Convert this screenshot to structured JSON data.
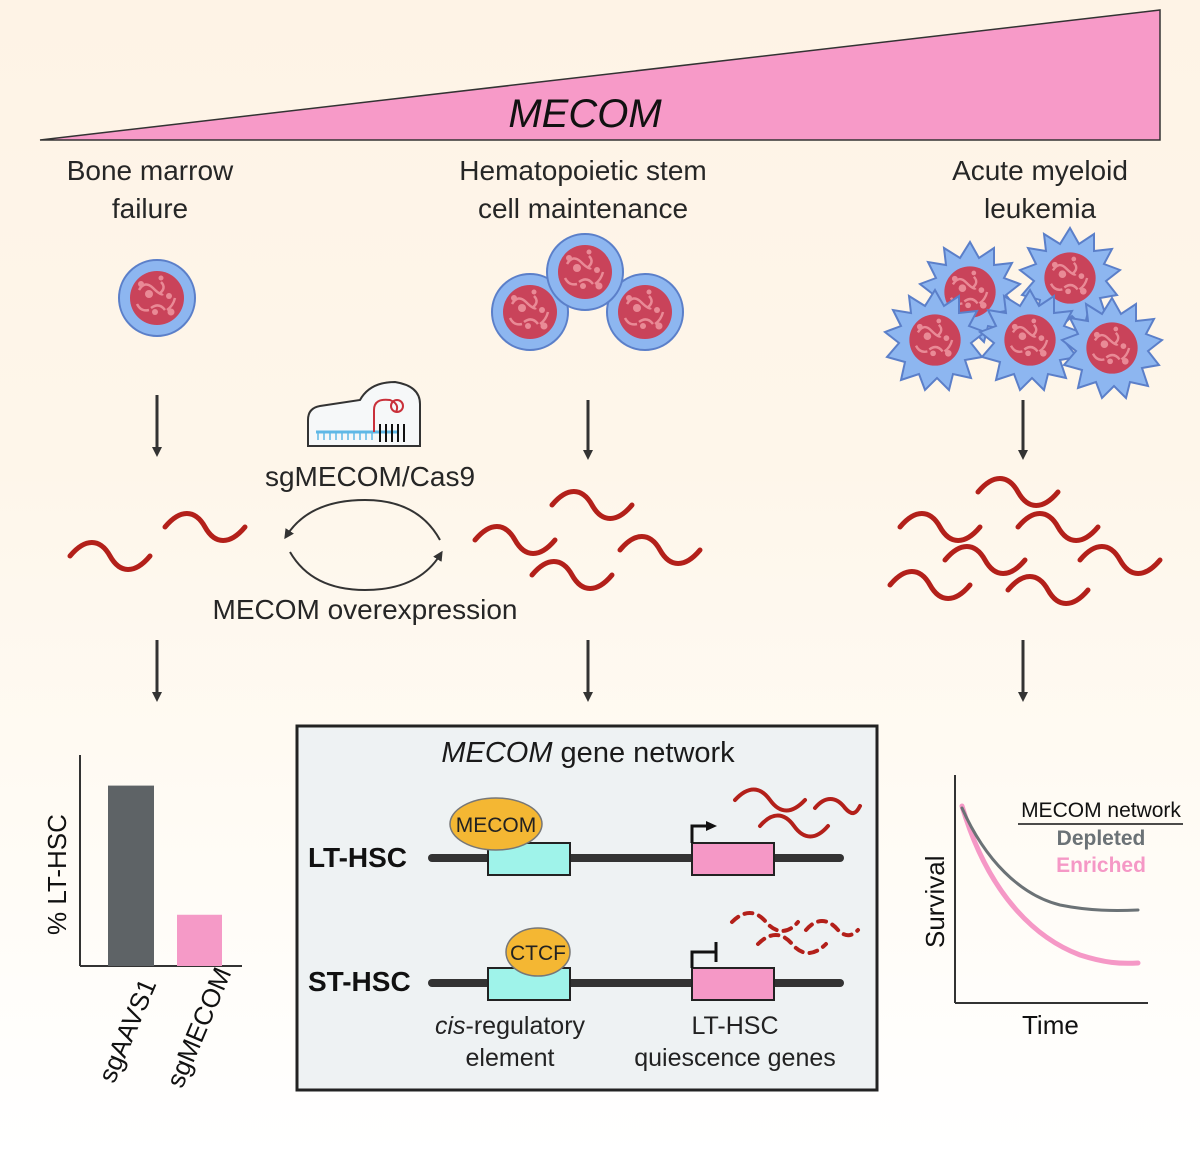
{
  "top_label": "MECOM",
  "columns": {
    "left": {
      "line1": "Bone marrow",
      "line2": "failure"
    },
    "middle": {
      "line1": "Hematopoietic stem",
      "line2": "cell maintenance"
    },
    "right": {
      "line1": "Acute myeloid",
      "line2": "leukemia"
    }
  },
  "cycle": {
    "top_label": "sgMECOM/Cas9",
    "bottom_label": "MECOM overexpression"
  },
  "bar_chart": {
    "ylabel": "% LT-HSC",
    "categories": [
      "sgAAVS1",
      "sgMECOM"
    ],
    "values": [
      0.88,
      0.25
    ],
    "colors": [
      "#5e6366",
      "#f59ac7"
    ]
  },
  "network": {
    "title_italic": "MECOM",
    "title_rest": " gene network",
    "row1": {
      "label": "LT-HSC",
      "factor": "MECOM"
    },
    "row2": {
      "label": "ST-HSC",
      "factor": "CTCF"
    },
    "element_italic": "cis",
    "element_rest": "-regulatory",
    "element_line2": "element",
    "genes_line1": "LT-HSC",
    "genes_line2": "quiescence genes"
  },
  "survival": {
    "ylabel": "Survival",
    "xlabel": "Time",
    "legend_title": "MECOM network",
    "series": [
      {
        "name": "Depleted",
        "color": "#6b7276"
      },
      {
        "name": "Enriched",
        "color": "#f598c6"
      }
    ]
  },
  "colors": {
    "pink": "#f79ac8",
    "cell_outer": "#8db6f0",
    "cell_inner": "#c9435a",
    "rna": "#b3201a",
    "cyan": "#9ff3ea",
    "factor": "#f4b733",
    "box_bg": "#eef2f3"
  }
}
